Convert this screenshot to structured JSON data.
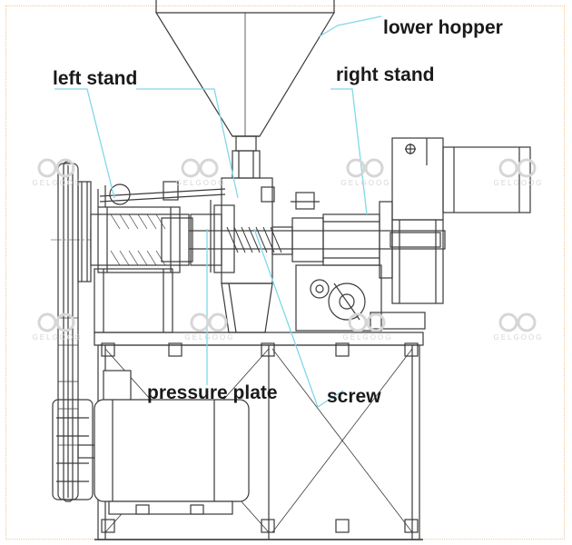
{
  "labels": {
    "lower_hopper": "lower hopper",
    "left_stand": "left stand",
    "right_stand": "right stand",
    "pressure_plate": "pressure plate",
    "screw": "screw"
  },
  "watermark": "GELGOOG",
  "colors": {
    "line": "#3a3a3a",
    "leader": "#7fd8e8",
    "label": "#1a1a1a",
    "watermark": "#d6d6d6",
    "border": "#f0c89a"
  }
}
